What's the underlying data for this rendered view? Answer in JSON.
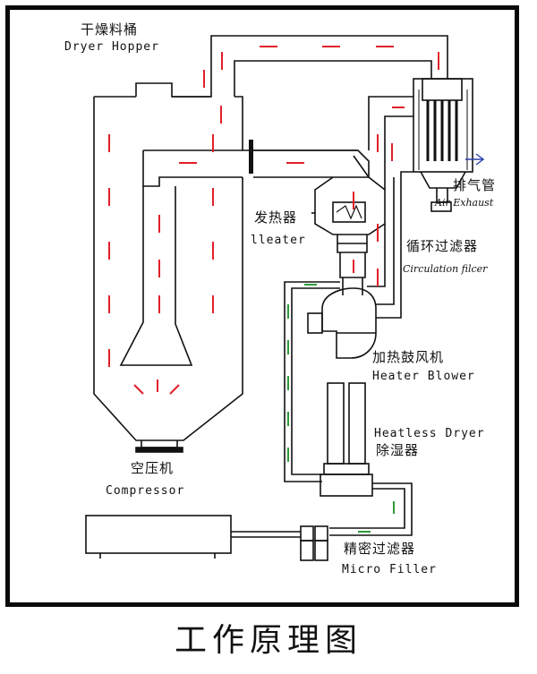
{
  "title": "工作原理图",
  "labels": {
    "dryer_hopper_cn": "干燥料桶",
    "dryer_hopper_en": "Dryer Hopper",
    "heater_cn": "发热器",
    "heater_en": "lleater",
    "circulation_filter_cn": "循环过滤器",
    "circulation_filter_en": "Circulation filcer",
    "air_exhaust_cn": "排气管",
    "air_exhaust_en": "Air Exhaust",
    "heater_blower_cn": "加热鼓风机",
    "heater_blower_en": "Heater Blower",
    "heatless_dryer_en": "Heatless Dryer",
    "heatless_dryer_cn": "除湿器",
    "compressor_cn": "空压机",
    "compressor_en": "Compressor",
    "micro_filter_cn": "精密过滤器",
    "micro_filter_en": "Micro Filler"
  },
  "colors": {
    "frame": "#0a0a0a",
    "line": "#111111",
    "hot_air_arrow": "#e0202a",
    "dry_air_arrow": "#2e9a3a",
    "background": "#ffffff"
  }
}
